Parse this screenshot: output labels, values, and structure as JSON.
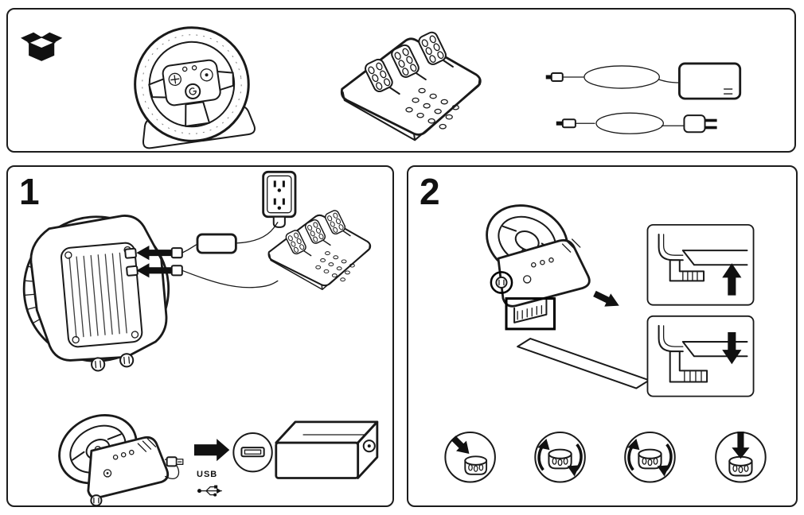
{
  "document": {
    "type": "quick-start-guide",
    "steps": [
      {
        "number": "1"
      },
      {
        "number": "2"
      }
    ],
    "usb_label": "USB"
  },
  "colors": {
    "ink": "#1a1a1a",
    "background": "#ffffff",
    "highlight": "#000000"
  },
  "icons": {
    "contents": [
      "package-icon",
      "steering-wheel-front",
      "pedal-unit",
      "dc-power-adapter",
      "ac-power-cord"
    ],
    "step1": [
      "wheel-rear-view",
      "insert-plug-arrows",
      "power-brick",
      "wall-outlet",
      "pedal-unit",
      "wheel-front-view",
      "usb-plug",
      "usb-trident-icon",
      "usb-port-circle",
      "game-console"
    ],
    "step2": [
      "wheel-side-view",
      "mounting-knob-highlight",
      "clamp-highlight",
      "table-edge",
      "clamp-raised-inset",
      "clamp-lowered-inset",
      "knob-insert-step",
      "knob-rotate-step",
      "knob-rotate-step-2",
      "knob-press-step"
    ]
  }
}
